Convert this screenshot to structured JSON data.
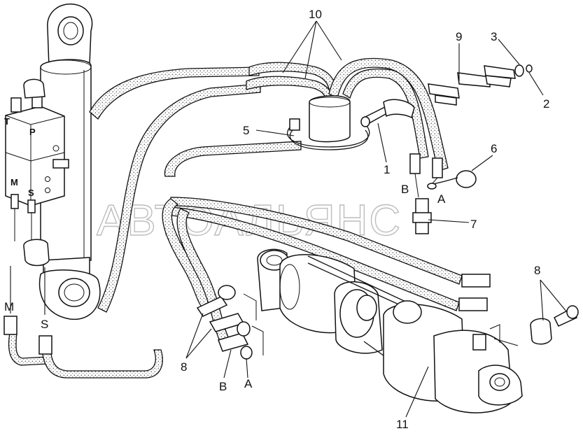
{
  "watermark": "АВТОАЛЬЯНС",
  "callouts": {
    "n1": "1",
    "n2": "2",
    "n3": "3",
    "n5": "5",
    "n6": "6",
    "n7": "7",
    "n8_left": "8",
    "n8_right": "8",
    "n9": "9",
    "n10": "10",
    "n11": "11"
  },
  "port_labels": {
    "T": "T",
    "P": "P",
    "M_valve": "M",
    "S_valve": "S",
    "M_lower": "M",
    "S_lower": "S",
    "B_right": "B",
    "A_right": "A",
    "B_bottom": "B",
    "A_bottom": "A"
  }
}
